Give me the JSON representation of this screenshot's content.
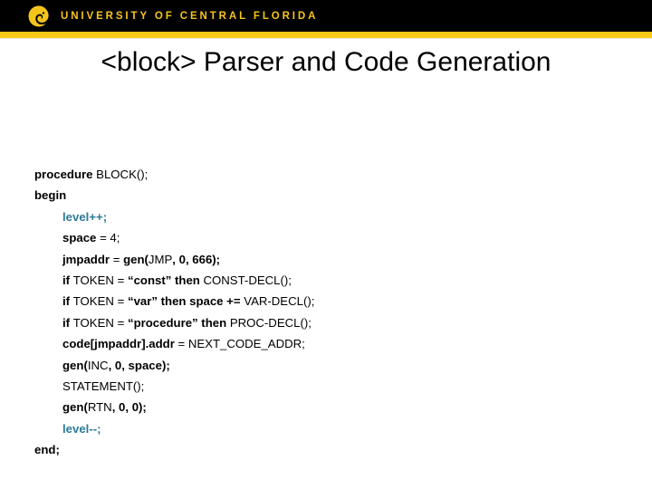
{
  "header": {
    "logo_icon": "ucf-pegasus-logo",
    "wordmark": "UNIVERSITY OF CENTRAL FLORIDA",
    "bar_color": "#000000",
    "accent_color": "#FBC918",
    "wordmark_color": "#F7C41F"
  },
  "slide": {
    "title": "<block> Parser and Code Generation",
    "highlight_color": "#2C7A99"
  },
  "code": {
    "lines": [
      {
        "indent": 0,
        "segments": [
          {
            "text": "procedure ",
            "style": "kw"
          },
          {
            "text": "BLOCK();",
            "style": "plain"
          }
        ]
      },
      {
        "indent": 0,
        "segments": [
          {
            "text": "begin",
            "style": "kw"
          }
        ]
      },
      {
        "indent": 1,
        "segments": [
          {
            "text": "level++;",
            "style": "level-hl"
          }
        ]
      },
      {
        "indent": 1,
        "segments": [
          {
            "text": "space ",
            "style": "kw"
          },
          {
            "text": "= 4;",
            "style": "plain"
          }
        ]
      },
      {
        "indent": 1,
        "segments": [
          {
            "text": "jmpaddr ",
            "style": "kw"
          },
          {
            "text": "= ",
            "style": "plain"
          },
          {
            "text": "gen(",
            "style": "kw"
          },
          {
            "text": "JMP",
            "style": "plain"
          },
          {
            "text": ", 0, 666);",
            "style": "kw"
          }
        ]
      },
      {
        "indent": 1,
        "segments": [
          {
            "text": "if ",
            "style": "kw"
          },
          {
            "text": "TOKEN = ",
            "style": "plain"
          },
          {
            "text": "“const” then ",
            "style": "kw"
          },
          {
            "text": "CONST-DECL();",
            "style": "plain"
          }
        ]
      },
      {
        "indent": 1,
        "segments": [
          {
            "text": "if ",
            "style": "kw"
          },
          {
            "text": "TOKEN = ",
            "style": "plain"
          },
          {
            "text": "“var” then space += ",
            "style": "kw"
          },
          {
            "text": "VAR-DECL();",
            "style": "plain"
          }
        ]
      },
      {
        "indent": 1,
        "segments": [
          {
            "text": "if ",
            "style": "kw"
          },
          {
            "text": "TOKEN = ",
            "style": "plain"
          },
          {
            "text": "“procedure” then ",
            "style": "kw"
          },
          {
            "text": " PROC-DECL();",
            "style": "plain"
          }
        ]
      },
      {
        "indent": 1,
        "segments": [
          {
            "text": "code[jmpaddr].addr ",
            "style": "kw"
          },
          {
            "text": "= NEXT_CODE_ADDR;",
            "style": "plain"
          }
        ]
      },
      {
        "indent": 1,
        "segments": [
          {
            "text": "gen(",
            "style": "kw"
          },
          {
            "text": "INC",
            "style": "plain"
          },
          {
            "text": ", 0, space);",
            "style": "kw"
          }
        ]
      },
      {
        "indent": 1,
        "segments": [
          {
            "text": "STATEMENT();",
            "style": "plain"
          }
        ]
      },
      {
        "indent": 1,
        "segments": [
          {
            "text": "gen(",
            "style": "kw"
          },
          {
            "text": "RTN",
            "style": "plain"
          },
          {
            "text": ", 0, 0);",
            "style": "kw"
          }
        ]
      },
      {
        "indent": 1,
        "segments": [
          {
            "text": "level--;",
            "style": "level-hl"
          }
        ]
      },
      {
        "indent": 0,
        "segments": [
          {
            "text": "end;",
            "style": "kw"
          }
        ]
      }
    ]
  }
}
